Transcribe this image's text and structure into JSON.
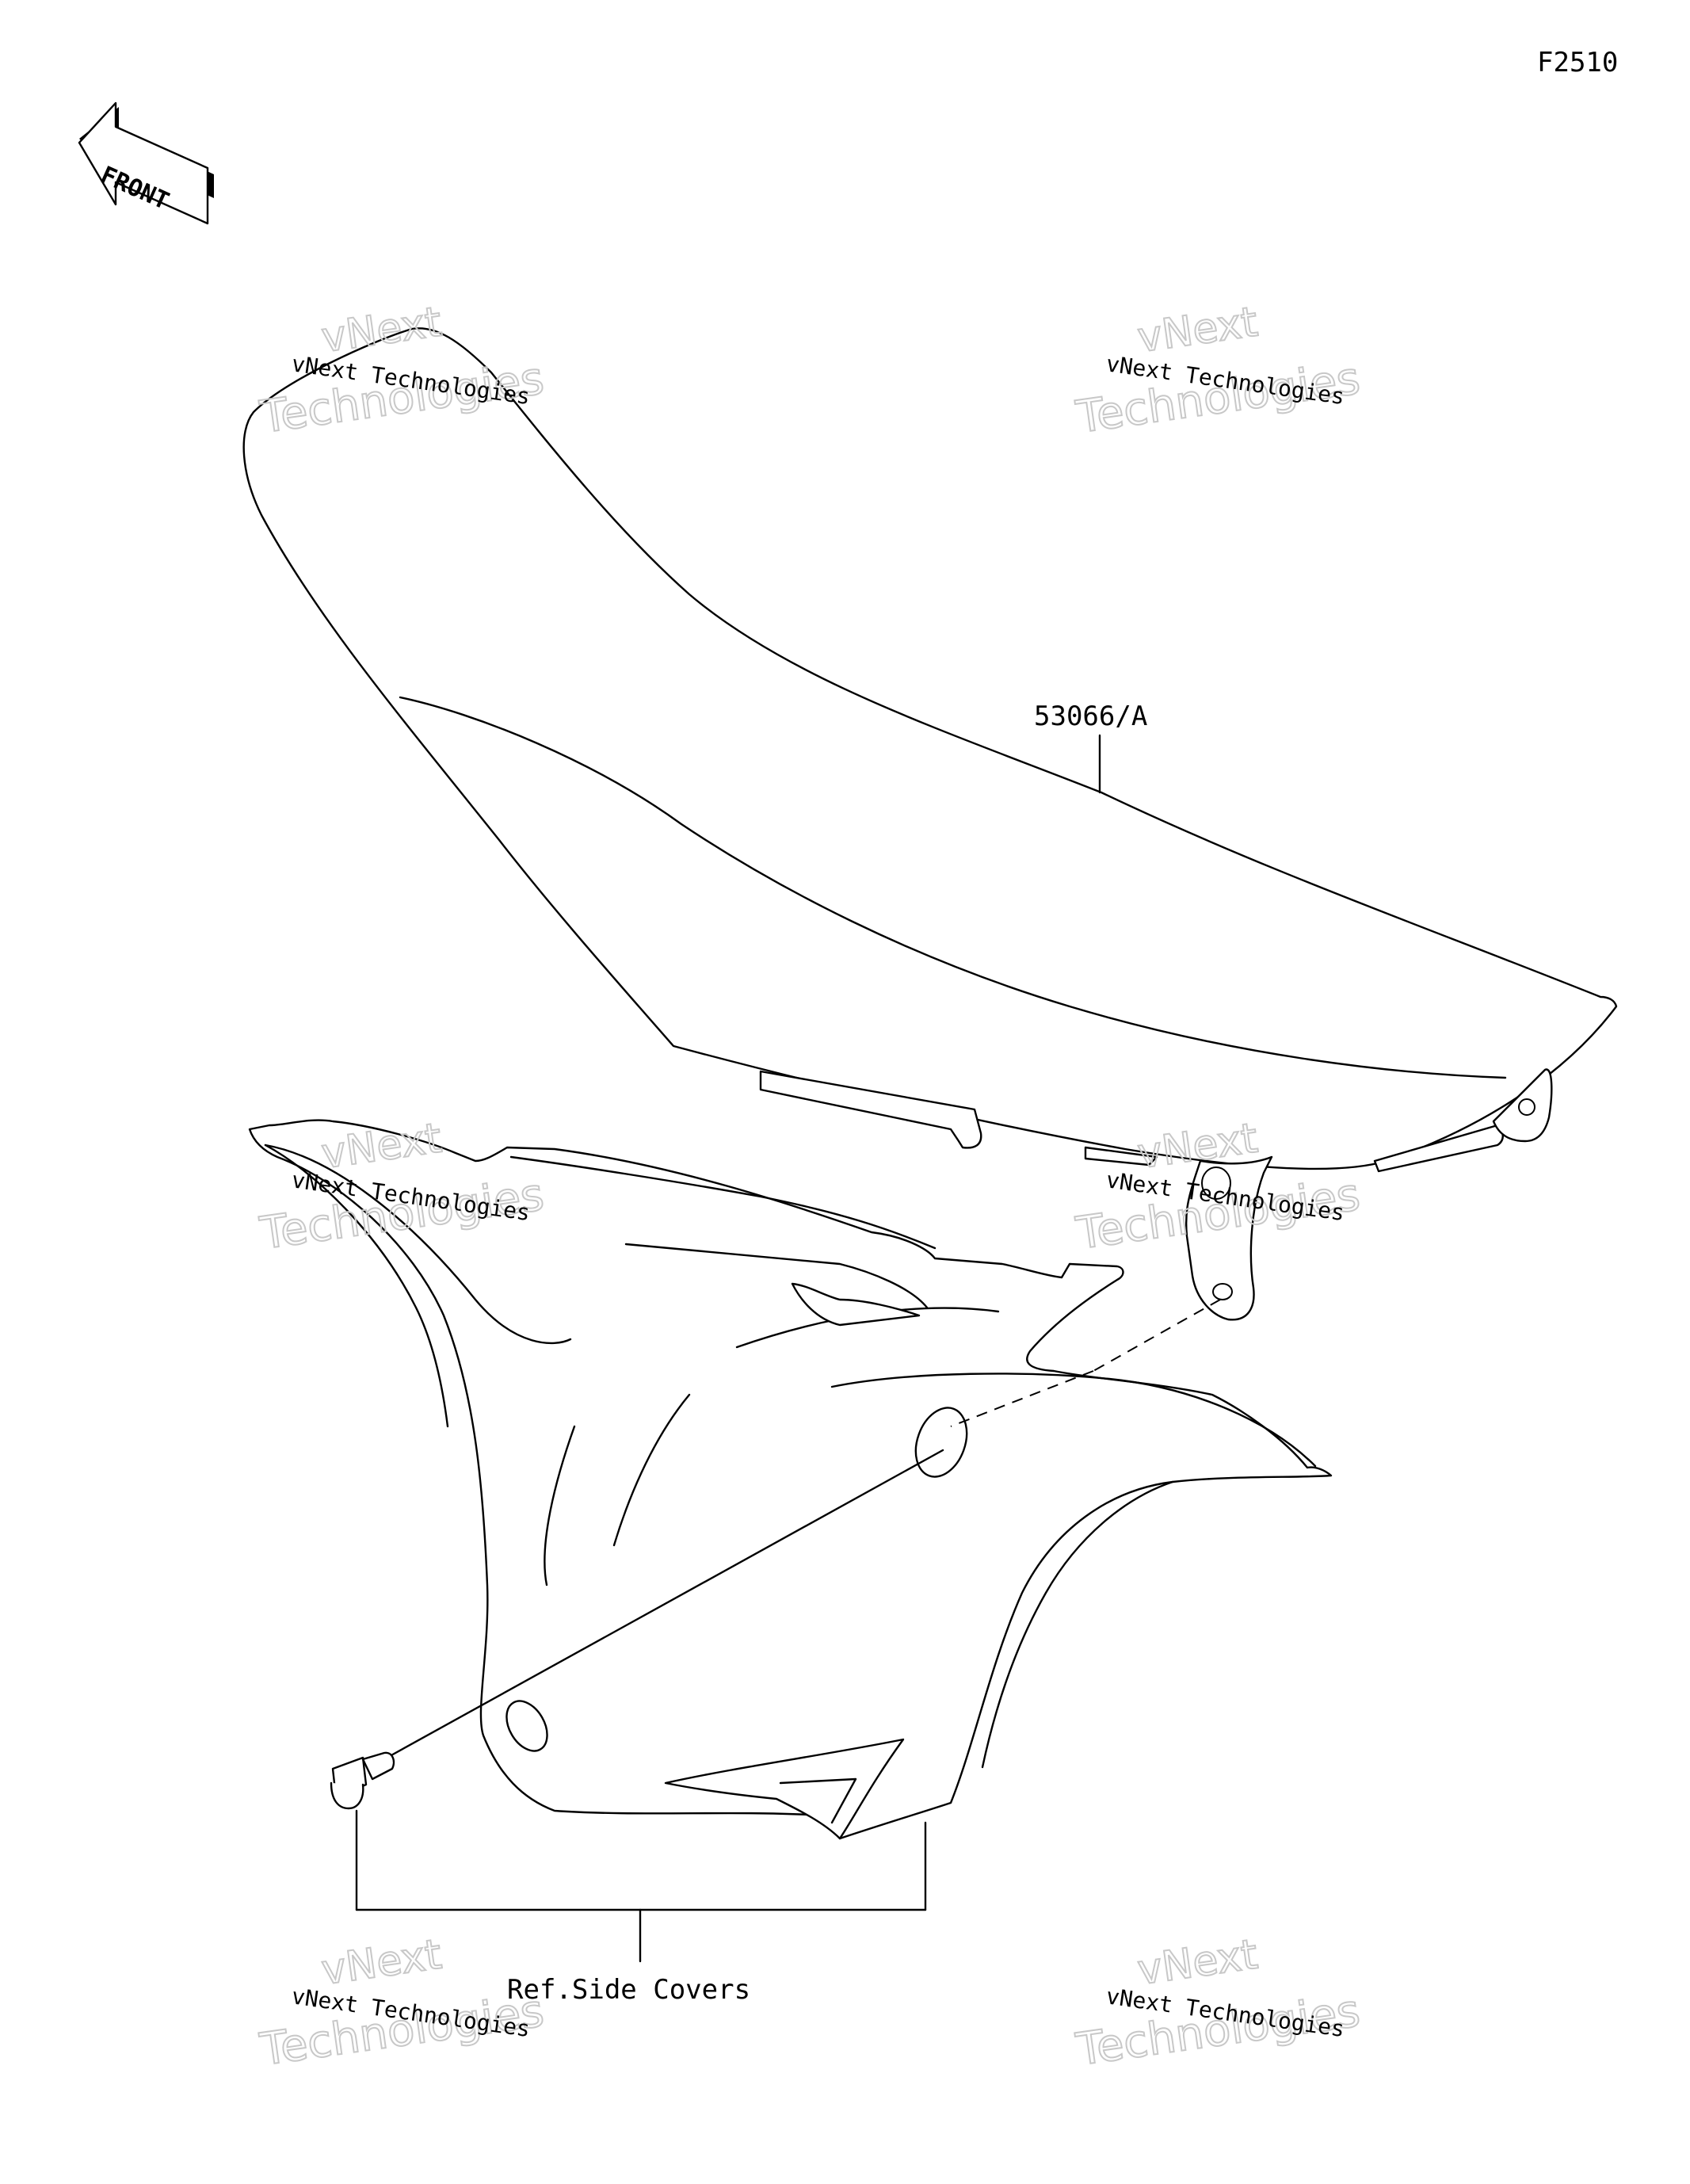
{
  "diagram_code": "F2510",
  "front_arrow_text": "FRONT",
  "part_labels": {
    "seat": "53066/A",
    "reference": "Ref.Side Covers"
  },
  "watermark": {
    "small": "vNext Technologies",
    "big_line1": "vNext",
    "big_line2": "Technologies"
  },
  "colors": {
    "line": "#000000",
    "watermark_outline": "#c8c8c8",
    "background": "#ffffff"
  }
}
